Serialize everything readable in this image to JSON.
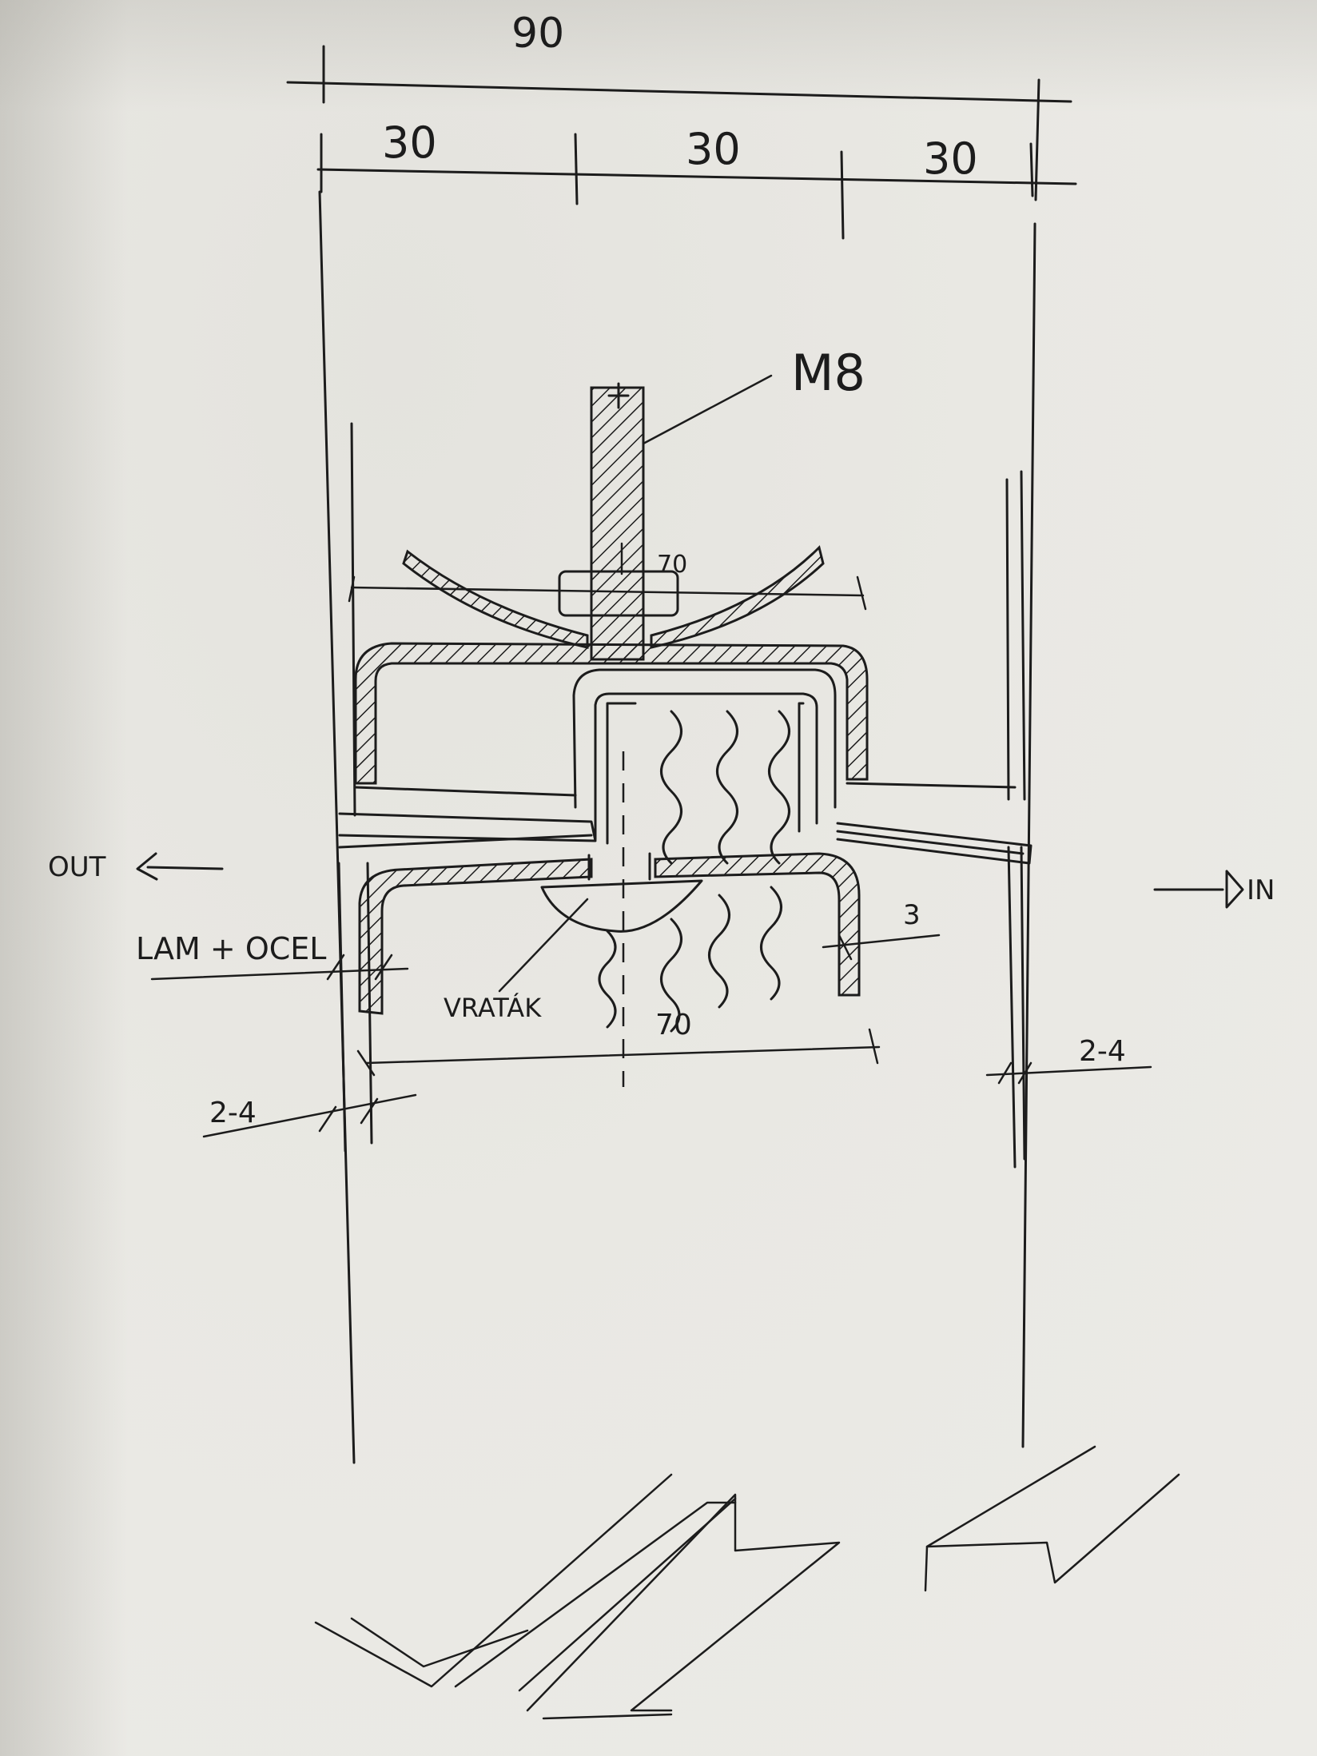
{
  "labels": {
    "overall_width": "90",
    "width_left": "30",
    "width_mid": "30",
    "width_right": "30",
    "bolt": "M8",
    "bolt_dim": "70",
    "out": "OUT",
    "in": "IN",
    "material": "LAM + OCEL",
    "bottom_dim": "70",
    "thickness": "3",
    "gap_left": "2-4",
    "gap_right": "2-4",
    "drip": "VRATÁK"
  },
  "colors": {
    "paper": "#e9e8e3",
    "ink": "#1c1c1c"
  }
}
